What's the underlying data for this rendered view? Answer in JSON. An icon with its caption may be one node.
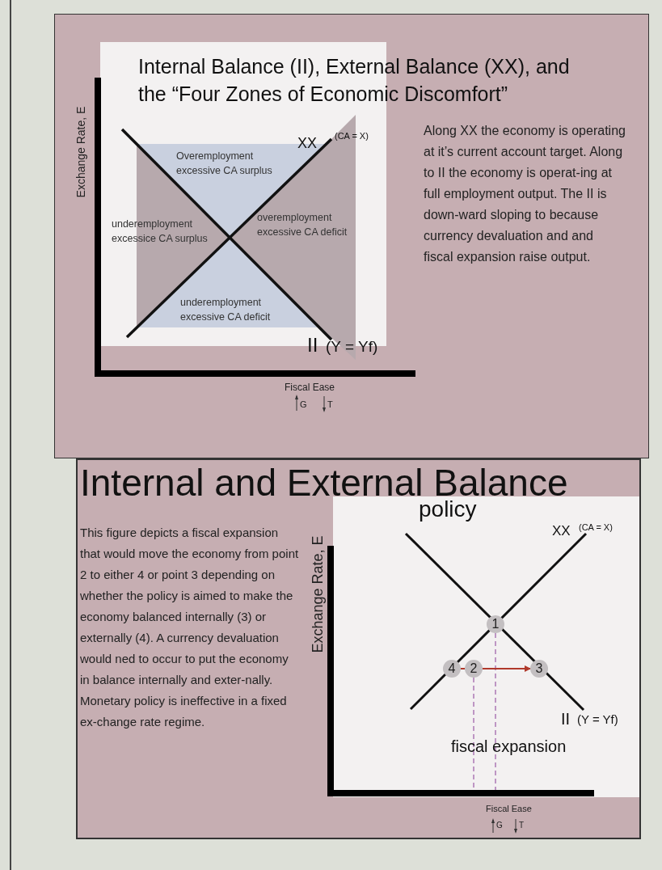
{
  "diagram": {
    "nodes": [
      {
        "text": [
          "Internal Balance (II), External Balance (XX), and the “Four Zones of Economic Discomfort”",
          "Along XX the economy is operating at it’s current account target. Along to II the economy is operat-ing at full employment output. The II is down-ward sloping to because currency devaluation and and fiscal expansion raise output."
        ]
      },
      {
        "text": [
          "Internal and External Balance",
          "This figure depicts a fiscal expansion that would move the economy from point 2 to either 4 or point 3 depending on whether the policy is aimed to make the economy balanced internally (3) or externally (4). A currency devaluation would ned to occur to put the economy in balance internally and exter-nally. Monetary policy is ineffective in a fixed ex-change rate regime."
        ]
      },
      {
        "text": [
          "1"
        ],
        "in": 1
      },
      {
        "text": [
          "4"
        ],
        "in": 1
      },
      {
        "text": [
          "2"
        ],
        "in": 1
      },
      {
        "text": [
          "3"
        ],
        "in": 1
      }
    ],
    "edges": [
      {
        "from": 4,
        "to": 5,
        "arrow": "to",
        "color": "#b0392b"
      },
      {
        "from": 4,
        "to": 3,
        "arrow": "none",
        "color": "#b0392b"
      }
    ],
    "labels": [
      "Exchange Rate, E",
      "XX",
      "(CA = X)",
      "Overemployment excessive CA surplus",
      "underemployment excessice CA surplus",
      "overemployment excessive CA deficit",
      "underemployment excessive CA deficit",
      "II",
      "(Y = Yf)",
      "Fiscal Ease",
      "G",
      "T",
      "policy",
      "Exchange Rate, E",
      "XX",
      "(CA = X)",
      "II",
      "(Y = Yf)",
      "fiscal expansion",
      "Fiscal Ease",
      "G",
      "T"
    ]
  }
}
